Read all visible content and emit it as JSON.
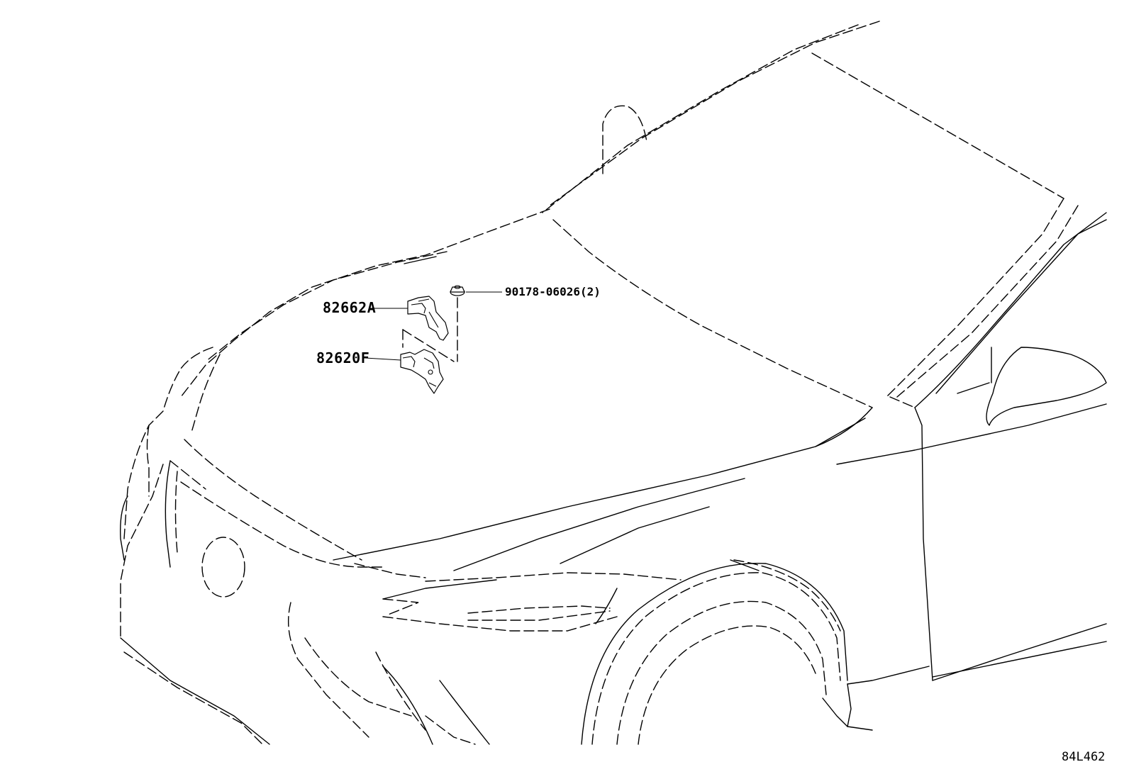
{
  "labels": {
    "part_a": "82662A",
    "part_b": "82620F",
    "part_c": "90178-06026(2)",
    "diagram_ref": "84L462"
  }
}
